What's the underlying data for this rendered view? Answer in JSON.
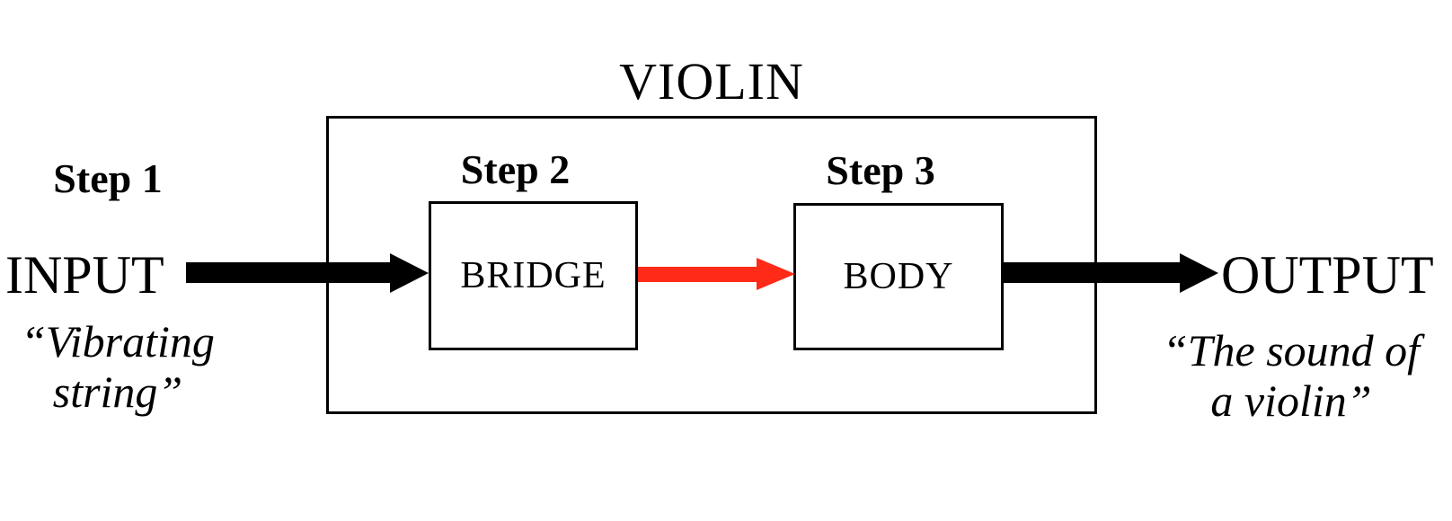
{
  "title": "VIOLIN",
  "steps": [
    {
      "label": "Step 1"
    },
    {
      "label": "Step 2"
    },
    {
      "label": "Step 3"
    }
  ],
  "input": {
    "label": "INPUT",
    "quote": [
      "“Vibrating",
      "string”"
    ]
  },
  "output": {
    "label": "OUTPUT",
    "quote": [
      "“The sound of",
      "a violin”"
    ]
  },
  "boxes": [
    {
      "label": "BRIDGE"
    },
    {
      "label": "BODY"
    }
  ],
  "arrows": [
    {
      "name": "input-to-bridge",
      "from": "INPUT",
      "to": "BRIDGE",
      "color": "#000000"
    },
    {
      "name": "bridge-to-body",
      "from": "BRIDGE",
      "to": "BODY",
      "color": "#ff2a18"
    },
    {
      "name": "body-to-output",
      "from": "BODY",
      "to": "OUTPUT",
      "color": "#000000"
    }
  ],
  "colors": {
    "line_black": "#000000",
    "arrow_red": "#ff2a18",
    "background_center": "#ffffff",
    "background_edge": "#ebebeb"
  }
}
